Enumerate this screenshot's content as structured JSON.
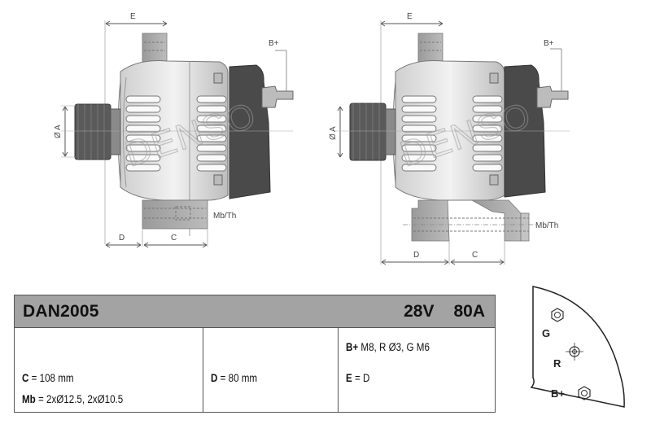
{
  "drawing_left": {
    "dimensions": {
      "E": "E",
      "D": "D",
      "C": "C",
      "A": "Ø A",
      "B_plus": "B+",
      "mb_th": "Mb/Th"
    },
    "watermark": "DENSO"
  },
  "drawing_right": {
    "dimensions": {
      "E": "E",
      "D": "D",
      "C": "C",
      "A": "Ø A",
      "B_plus": "B+",
      "mb_th": "Mb/Th"
    },
    "watermark": "DENSO"
  },
  "spec_table": {
    "part_number": "DAN2005",
    "voltage": "28V",
    "current": "80A",
    "columns": [
      {
        "lines": [
          {
            "key": "C",
            "value": " = 108 mm"
          },
          {
            "key": "Mb",
            "value": " = 2xØ12.5, 2xØ10.5"
          }
        ]
      },
      {
        "lines": [
          {
            "key": "D",
            "value": " = 80 mm"
          }
        ]
      },
      {
        "lines": [
          {
            "key": "B+",
            "value": " M8, R Ø3, G M6"
          },
          {
            "key": "E",
            "value": " = D"
          }
        ]
      }
    ]
  },
  "terminal_diagram": {
    "labels": {
      "G": "G",
      "R": "R",
      "B_plus": "B+"
    }
  },
  "colors": {
    "header_bg": "#a3a3a3",
    "housing_light": "#e6e6e6",
    "housing_mid": "#b8b8b8",
    "rear_cover": "#4a4a4a",
    "pulley": "#5a5a5a"
  }
}
